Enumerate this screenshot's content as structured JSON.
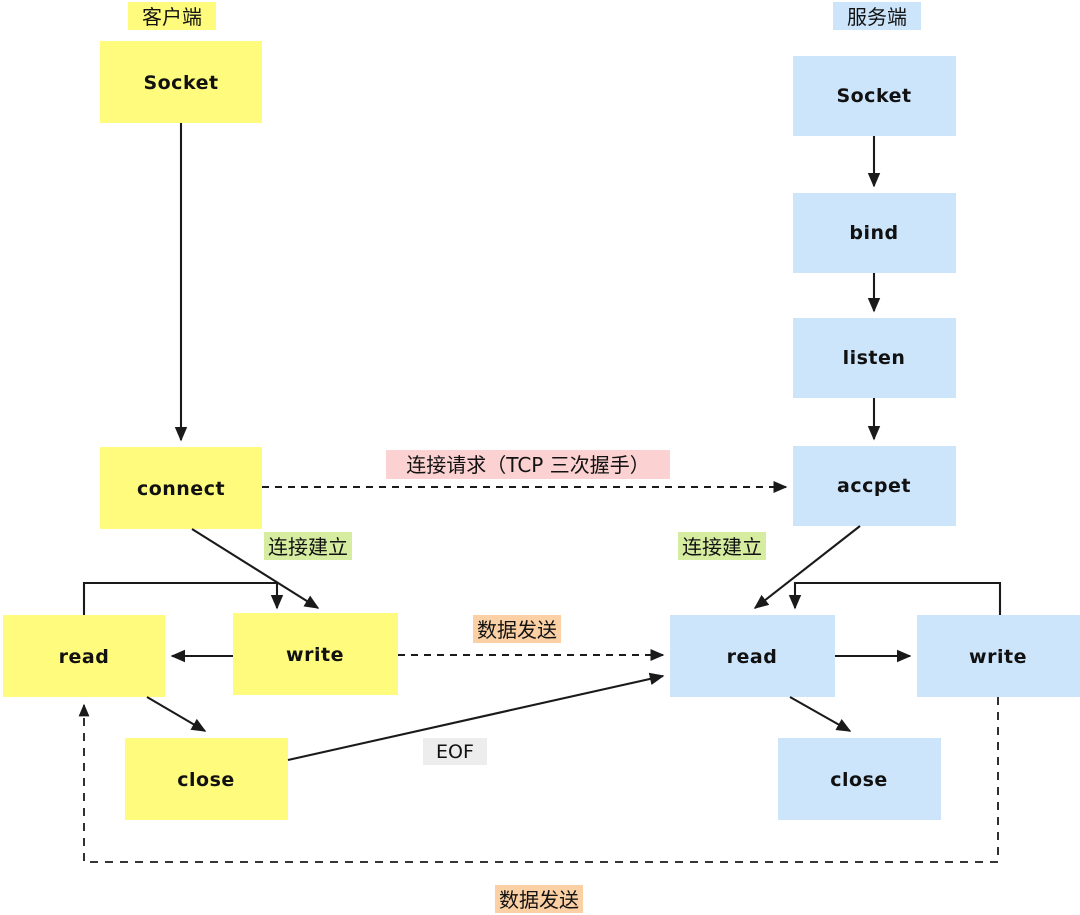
{
  "diagram": {
    "title": "Socket TCP client-server flow",
    "colors": {
      "client_fill": "#FFFB7D",
      "server_fill": "#CCE5FB",
      "tag_client": "#FFFB7D",
      "tag_server": "#CCE5FB",
      "tag_connect_request": "#FBD1D1",
      "tag_connection_established": "#D6ECA0",
      "tag_data_send": "#FAD0A4",
      "tag_eof": "#EDEDED",
      "stroke": "#1a1a1a"
    },
    "headers": {
      "client": "客户端",
      "server": "服务端"
    },
    "client_nodes": [
      {
        "id": "c-socket",
        "label": "Socket"
      },
      {
        "id": "c-connect",
        "label": "connect"
      },
      {
        "id": "c-read",
        "label": "read"
      },
      {
        "id": "c-write",
        "label": "write"
      },
      {
        "id": "c-close",
        "label": "close"
      }
    ],
    "server_nodes": [
      {
        "id": "s-socket",
        "label": "Socket"
      },
      {
        "id": "s-bind",
        "label": "bind"
      },
      {
        "id": "s-listen",
        "label": "listen"
      },
      {
        "id": "s-accpet",
        "label": "accpet"
      },
      {
        "id": "s-read",
        "label": "read"
      },
      {
        "id": "s-write",
        "label": "write"
      },
      {
        "id": "s-close",
        "label": "close"
      }
    ],
    "edge_labels": {
      "connect_request": "连接请求（TCP 三次握手）",
      "established_client": "连接建立",
      "established_server": "连接建立",
      "data_send_top": "数据发送",
      "eof": "EOF",
      "data_send_bottom": "数据发送"
    }
  }
}
